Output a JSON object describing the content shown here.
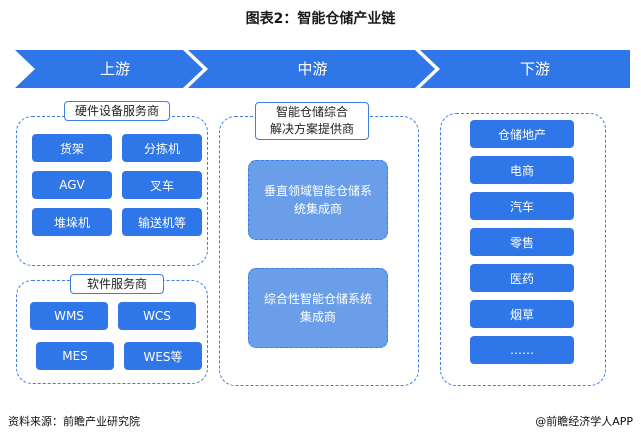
{
  "title": "图表2：智能仓储产业链",
  "stages": [
    {
      "label": "上游"
    },
    {
      "label": "中游"
    },
    {
      "label": "下游"
    }
  ],
  "upstream": {
    "hardware": {
      "label": "硬件设备服务商",
      "items": [
        "货架",
        "分拣机",
        "AGV",
        "叉车",
        "堆垛机",
        "输送机等"
      ]
    },
    "software": {
      "label": "软件服务商",
      "items": [
        "WMS",
        "WCS",
        "MES",
        "WES等"
      ]
    }
  },
  "midstream": {
    "label": "智能仓储综合\n解决方案提供商",
    "items": [
      "垂直领域智能仓储系\n统集成商",
      "综合性智能仓储系统\n集成商"
    ]
  },
  "downstream": {
    "items": [
      "仓储地产",
      "电商",
      "汽车",
      "零售",
      "医药",
      "烟草",
      "……"
    ]
  },
  "footer": {
    "source": "资料来源：前瞻产业研究院",
    "brand": "@前瞻经济学人APP"
  },
  "colors": {
    "arrow": "#2f77e8",
    "box": "#2f77e8",
    "soft_box": "#6b9ee8",
    "dashed_border": "#3d7fe0"
  }
}
